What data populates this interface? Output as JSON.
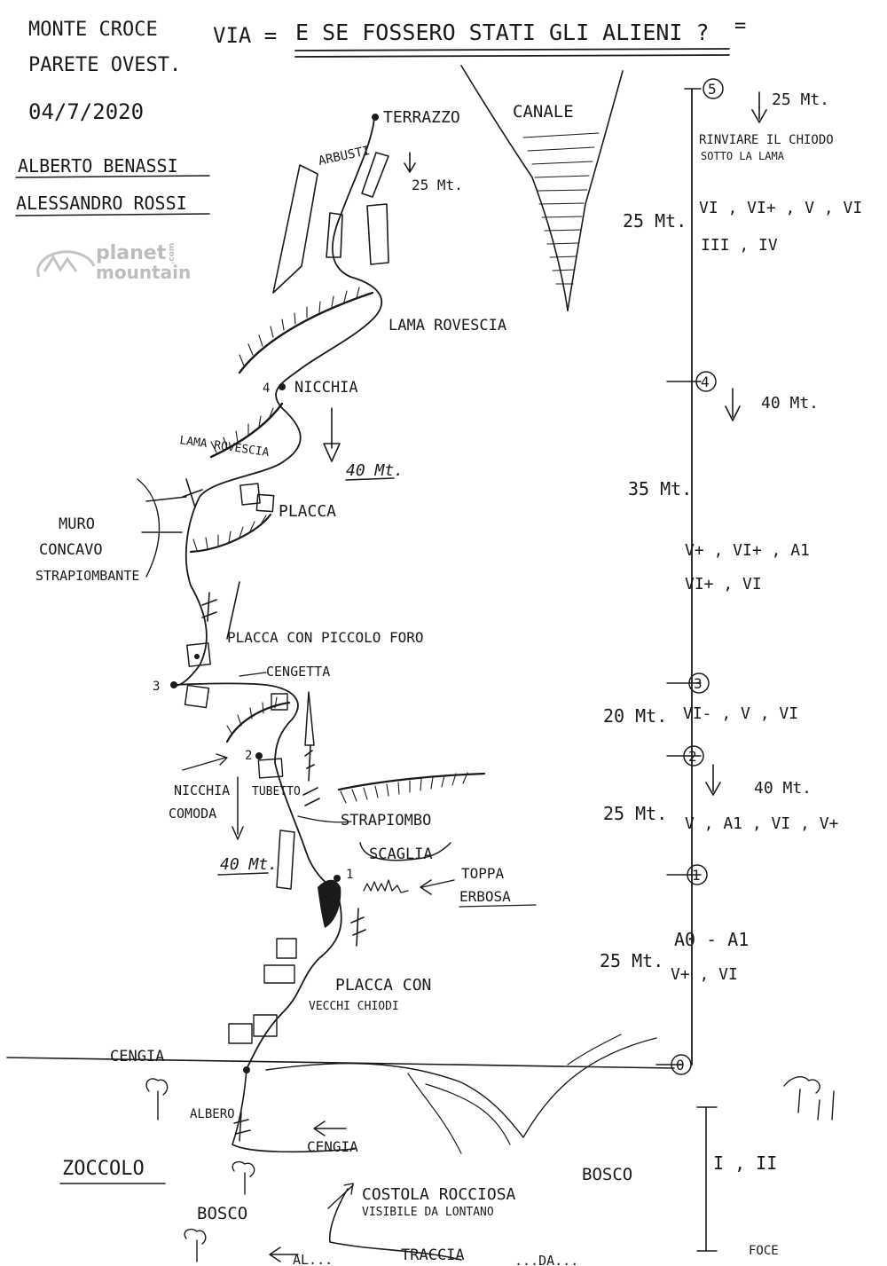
{
  "header": {
    "mountain": "MONTE CROCE",
    "wall": "PARETE OVEST.",
    "date": "04/7/2020",
    "climber_1": "ALBERTO BENASSI",
    "climber_2": "ALESSANDRO ROSSI",
    "route_prefix": "VIA =",
    "route_name": "E SE FOSSERO STATI GLI ALIENI ?",
    "route_suffix": "="
  },
  "watermark": {
    "line1": "planet",
    "line2": "mountain",
    "tag": ".com"
  },
  "topo_labels": {
    "terrazzo": "TERRAZZO",
    "arbusti": "ARBUSTI",
    "rappel_top": "25 Mt.",
    "canale": "CANALE",
    "lama_rovescia_1": "LAMA ROVESCIA",
    "nicchia": "NICCHIA",
    "stance_4": "4",
    "lama_rovescia_2": "LAMA ROVESCIA",
    "rappel_mid": "40 Mt.",
    "placca": "PLACCA",
    "muro_1": "MURO",
    "muro_2": "CONCAVO",
    "muro_3": "STRAPIOMBANTE",
    "placca_foro": "PLACCA CON PICCOLO FORO",
    "stance_3": "3",
    "cengetta": "CENGETTA",
    "stance_2": "2",
    "nicchia_comoda_1": "NICCHIA",
    "nicchia_comoda_2": "COMODA",
    "rappel_low_1": "TUBETTO",
    "rappel_low": "40 Mt.",
    "strapiombo": "STRAPIOMBO",
    "scaglia": "SCAGLIA",
    "stance_1": "1",
    "toppa_1": "TOPPA",
    "toppa_2": "ERBOSA",
    "placca_chiodi_1": "PLACCA CON",
    "placca_chiodi_2": "VECCHI CHIODI",
    "cengia_1": "CENGIA",
    "albero": "ALBERO",
    "cengia_2": "CENGIA",
    "zoccolo": "ZOCCOLO",
    "costola_1": "COSTOLA ROCCIOSA",
    "costola_2": "VISIBILE DA LONTANO",
    "bosco_1": "BOSCO",
    "bosco_2": "BOSCO",
    "traccia": "TRACCIA",
    "foce": "FOCE",
    "bottom_left": "AL...",
    "bottom_right": "...DA..."
  },
  "belays": [
    {
      "id": "5",
      "length": "25 Mt.",
      "length_dir": "down",
      "note_1": "RINVIARE IL CHIODO",
      "note_2": "SOTTO LA LAMA"
    },
    {
      "id": "4",
      "length": "40 Mt.",
      "length_dir": "down"
    },
    {
      "id": "3"
    },
    {
      "id": "2",
      "length": "40 Mt.",
      "length_dir": "down"
    },
    {
      "id": "1"
    },
    {
      "id": "0"
    }
  ],
  "pitches": [
    {
      "from": "4",
      "to": "5",
      "length": "25 Mt.",
      "grade_1": "VI , VI+ , V , VI",
      "grade_2": "III , IV"
    },
    {
      "from": "3",
      "to": "4",
      "length": "35 Mt.",
      "grade_1": "V+ , VI+ , A1",
      "grade_2": "VI+ , VI"
    },
    {
      "from": "2",
      "to": "3",
      "length": "20 Mt.",
      "grade_1": "VI- , V , VI",
      "grade_2": ""
    },
    {
      "from": "1",
      "to": "2",
      "length": "25 Mt.",
      "grade_1": "V , A1 , VI , V+",
      "grade_2": ""
    },
    {
      "from": "0",
      "to": "1",
      "length": "25 Mt.",
      "grade_1": "A0 - A1",
      "grade_2": "V+ , VI"
    }
  ],
  "approach": {
    "grade": "I , II"
  }
}
